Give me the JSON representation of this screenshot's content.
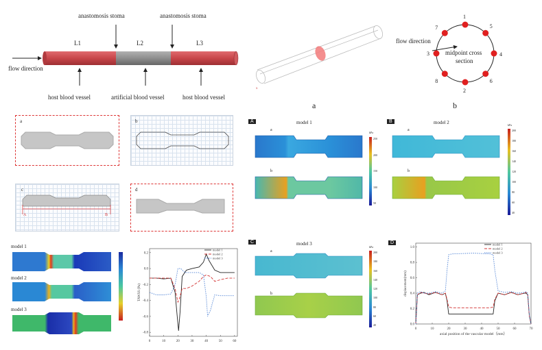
{
  "diagram_top": {
    "flow_direction": "flow direction",
    "stoma_left": "anastomosis stoma",
    "stoma_right": "anastomosis stoma",
    "segments": [
      "L1",
      "L2",
      "L3"
    ],
    "vessel_labels": [
      "host blood vessel",
      "artificial blood vessel",
      "host blood vessel"
    ],
    "colors": {
      "host": "#c8464a",
      "artificial": "#8e8e8e"
    }
  },
  "fig_a_label": "a",
  "fig_b": {
    "label": "b",
    "flow_direction": "flow direction",
    "center_text_1": "midpoint cross",
    "center_text_2": "section",
    "points": [
      "1",
      "5",
      "4",
      "6",
      "2",
      "8",
      "3",
      "7"
    ]
  },
  "mesh_panels": {
    "a": "a",
    "b": "b",
    "c": "c",
    "d": "d",
    "c_markers": [
      "A",
      "B"
    ]
  },
  "wss_models": [
    "model 1",
    "model 2",
    "model 3"
  ],
  "tawss_chart": {
    "ylabel": "TAWSS (Pa)",
    "yticks": [
      "0.2",
      "0.0",
      "-0.2",
      "-0.4",
      "-0.6",
      "-0.8"
    ],
    "xticks": [
      "0",
      "10",
      "20",
      "30",
      "40",
      "50",
      "60"
    ],
    "legend": [
      "model 1",
      "model 2",
      "model 3"
    ]
  },
  "pressure_panels": [
    {
      "tag": "A",
      "title": "model 1",
      "sub": [
        "a",
        "b"
      ],
      "unit": "kPa",
      "ticks": [
        "250",
        "200",
        "150",
        "100",
        "50"
      ]
    },
    {
      "tag": "B",
      "title": "model 2",
      "sub": [
        "a",
        "b"
      ],
      "unit": "kPa",
      "ticks": [
        "200",
        "180",
        "160",
        "140",
        "120",
        "100",
        "80",
        "60",
        "40"
      ]
    },
    {
      "tag": "C",
      "title": "model 3",
      "sub": [
        "a",
        "b"
      ],
      "unit": "kPa",
      "ticks": [
        "200",
        "180",
        "160",
        "140",
        "120",
        "100",
        "80",
        "60",
        "40"
      ]
    }
  ],
  "disp_chart_tag": "D",
  "chart_data": [
    {
      "type": "line",
      "ylabel": "TAWSS (Pa)",
      "xlabel": "",
      "xlim": [
        0,
        62
      ],
      "ylim": [
        -0.85,
        0.25
      ],
      "series": [
        {
          "name": "model 1",
          "color": "#222222",
          "dash": "",
          "x": [
            0,
            5,
            10,
            15,
            18,
            19.5,
            20.5,
            21.5,
            23,
            26,
            30,
            35,
            38,
            40,
            42,
            46,
            50,
            55,
            60
          ],
          "y": [
            -0.12,
            -0.12,
            -0.13,
            -0.12,
            -0.3,
            -0.6,
            -0.78,
            -0.55,
            -0.1,
            -0.02,
            0.0,
            0.02,
            0.08,
            0.18,
            0.1,
            -0.02,
            -0.05,
            -0.05,
            -0.05
          ]
        },
        {
          "name": "model 2",
          "color": "#d33333",
          "dash": "4 2",
          "x": [
            0,
            5,
            10,
            15,
            18,
            20,
            21,
            23,
            26,
            30,
            35,
            38,
            40,
            43,
            46,
            50,
            55,
            60
          ],
          "y": [
            -0.12,
            -0.12,
            -0.12,
            -0.12,
            -0.25,
            -0.42,
            -0.38,
            -0.25,
            -0.25,
            -0.22,
            -0.16,
            -0.1,
            -0.08,
            -0.1,
            -0.16,
            -0.14,
            -0.12,
            -0.12
          ]
        },
        {
          "name": "model 3",
          "color": "#4a7fd4",
          "dash": "1.5 1.5",
          "x": [
            0,
            5,
            10,
            15,
            18,
            20,
            22,
            25,
            30,
            35,
            38,
            40,
            41,
            43,
            46,
            50,
            55,
            60
          ],
          "y": [
            -0.3,
            -0.33,
            -0.33,
            -0.32,
            -0.2,
            0.0,
            0.0,
            -0.05,
            -0.05,
            -0.05,
            -0.08,
            -0.35,
            -0.6,
            -0.52,
            -0.33,
            -0.34,
            -0.34,
            -0.34
          ]
        }
      ]
    },
    {
      "type": "line",
      "ylabel": "displacement(mm)",
      "xlabel": "axial position of the vascular model（mm）",
      "xticks": [
        "0",
        "10",
        "20",
        "30",
        "40",
        "50",
        "60",
        "70"
      ],
      "yticks": [
        "0.0",
        "0.2",
        "0.4",
        "0.6",
        "0.8",
        "1.0"
      ],
      "xlim": [
        0,
        70
      ],
      "ylim": [
        0,
        1.05
      ],
      "series": [
        {
          "name": "model 1",
          "color": "#222222",
          "dash": "",
          "x": [
            0,
            1,
            3,
            5,
            8,
            12,
            16,
            18,
            19,
            20,
            22,
            35,
            45,
            47,
            48,
            50,
            54,
            58,
            62,
            66,
            67,
            68,
            69,
            70
          ],
          "y": [
            0.0,
            0.38,
            0.4,
            0.41,
            0.38,
            0.41,
            0.38,
            0.4,
            0.3,
            0.13,
            0.13,
            0.13,
            0.13,
            0.13,
            0.3,
            0.4,
            0.38,
            0.41,
            0.38,
            0.4,
            0.4,
            0.38,
            0.1,
            0.0
          ]
        },
        {
          "name": "model 2",
          "color": "#d33333",
          "dash": "4 2",
          "x": [
            0,
            1,
            3,
            5,
            8,
            12,
            16,
            18,
            19,
            20,
            22,
            35,
            45,
            47,
            48,
            50,
            54,
            58,
            62,
            66,
            67,
            68,
            69,
            70
          ],
          "y": [
            0.0,
            0.38,
            0.41,
            0.4,
            0.39,
            0.41,
            0.38,
            0.4,
            0.32,
            0.22,
            0.21,
            0.21,
            0.21,
            0.22,
            0.32,
            0.4,
            0.38,
            0.41,
            0.38,
            0.4,
            0.41,
            0.38,
            0.1,
            0.0
          ]
        },
        {
          "name": "model 3",
          "color": "#4a7fd4",
          "dash": "1.5 1.5",
          "x": [
            0,
            1,
            3,
            5,
            8,
            12,
            16,
            18,
            19,
            20,
            22,
            35,
            45,
            47,
            48,
            50,
            54,
            58,
            62,
            66,
            67,
            68,
            69,
            70
          ],
          "y": [
            0.0,
            0.4,
            0.42,
            0.4,
            0.4,
            0.42,
            0.4,
            0.43,
            0.7,
            0.9,
            0.91,
            0.92,
            0.91,
            0.9,
            0.7,
            0.43,
            0.41,
            0.42,
            0.4,
            0.41,
            0.42,
            0.4,
            0.12,
            0.0
          ]
        }
      ]
    }
  ]
}
